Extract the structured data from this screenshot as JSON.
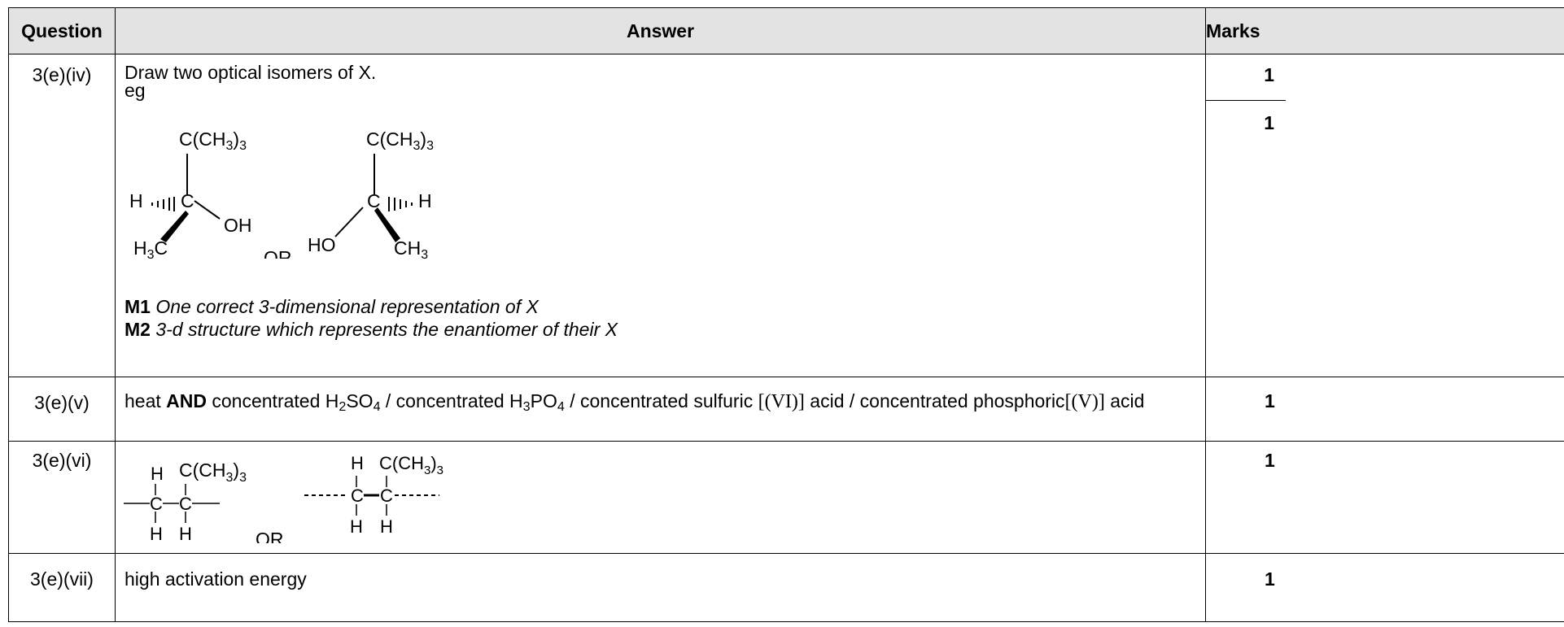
{
  "header": {
    "question": "Question",
    "answer": "Answer",
    "marks": "Marks"
  },
  "rows": [
    {
      "question": "3(e)(iv)",
      "prompt": "Draw two optical isomers of X.",
      "eg": "eg",
      "structure_left": {
        "top": "C(CH",
        "top_sub": "3",
        "top_tail": ")",
        "top_tail_sub": "3",
        "left": "H",
        "center": "C",
        "right": "OH",
        "bottom_left": "H",
        "bottom_left_sub": "3",
        "bottom_left_tail": "C"
      },
      "or_text": "OR",
      "structure_right": {
        "top": "C(CH",
        "top_sub": "3",
        "top_tail": ")",
        "top_tail_sub": "3",
        "left": "HO",
        "center": "C",
        "right": "H",
        "bottom_right": "CH",
        "bottom_right_sub": "3"
      },
      "m1_label": "M1",
      "m1_text": "One correct 3-dimensional representation of X",
      "m2_label": "M2",
      "m2_text": "3-d structure which represents the enantiomer of their X",
      "marks": [
        "1",
        "1"
      ]
    },
    {
      "question": "3(e)(v)",
      "a1": "heat ",
      "a_and": "AND",
      "a2": " concentrated H",
      "s1": "2",
      "a3": "SO",
      "s2": "4",
      "a4": " / concentrated H",
      "s3": "3",
      "a5": "PO",
      "s4": "4",
      "a6": " / concentrated sulfuric ",
      "r1": "[(VI)]",
      "a7": " acid / concentrated phosphoric",
      "r2": "[(V)]",
      "a8": " acid",
      "marks": "1"
    },
    {
      "question": "3(e)(vi)",
      "h": "H",
      "c": "C",
      "sub_group": "C(CH",
      "sub_group_sub": "3",
      "sub_group_tail": ")",
      "sub_group_tail_sub": "3",
      "or_text": "OR",
      "marks": "1"
    },
    {
      "question": "3(e)(vii)",
      "answer": "high activation energy",
      "marks": "1"
    }
  ]
}
